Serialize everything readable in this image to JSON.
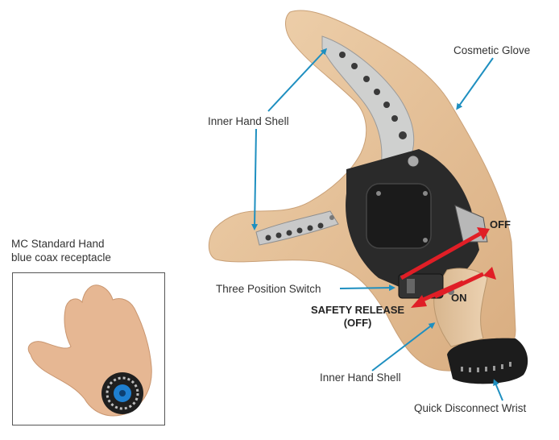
{
  "inset": {
    "caption_line1": "MC Standard Hand",
    "caption_line2": "blue coax receptacle"
  },
  "labels": {
    "cosmetic_glove": "Cosmetic Glove",
    "inner_hand_shell_top": "Inner Hand Shell",
    "three_position_switch": "Three Position Switch",
    "off": "OFF",
    "on": "ON",
    "safety_release_line1": "SAFETY RELEASE",
    "safety_release_line2": "(OFF)",
    "inner_hand_shell_bottom": "Inner Hand Shell",
    "quick_disconnect_wrist": "Quick Disconnect Wrist"
  },
  "colors": {
    "leader": "#1e8fc0",
    "switch_arrow": "#e01e26",
    "skin": "#e8c49c",
    "skin_dark": "#d5a97c",
    "mechanism": "#2a2a2a",
    "coax_blue": "#1e7fd0"
  }
}
